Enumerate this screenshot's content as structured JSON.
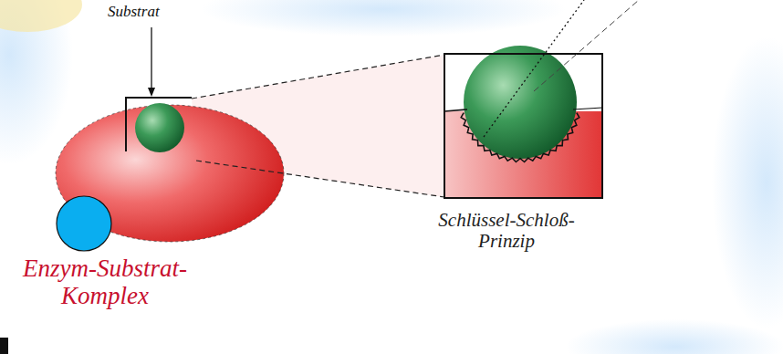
{
  "diagram": {
    "labels": [
      "Substrat",
      "Schlüssel-Schloß- Prinzip",
      "Enzym-Substrat- Komplex"
    ]
  }
}
